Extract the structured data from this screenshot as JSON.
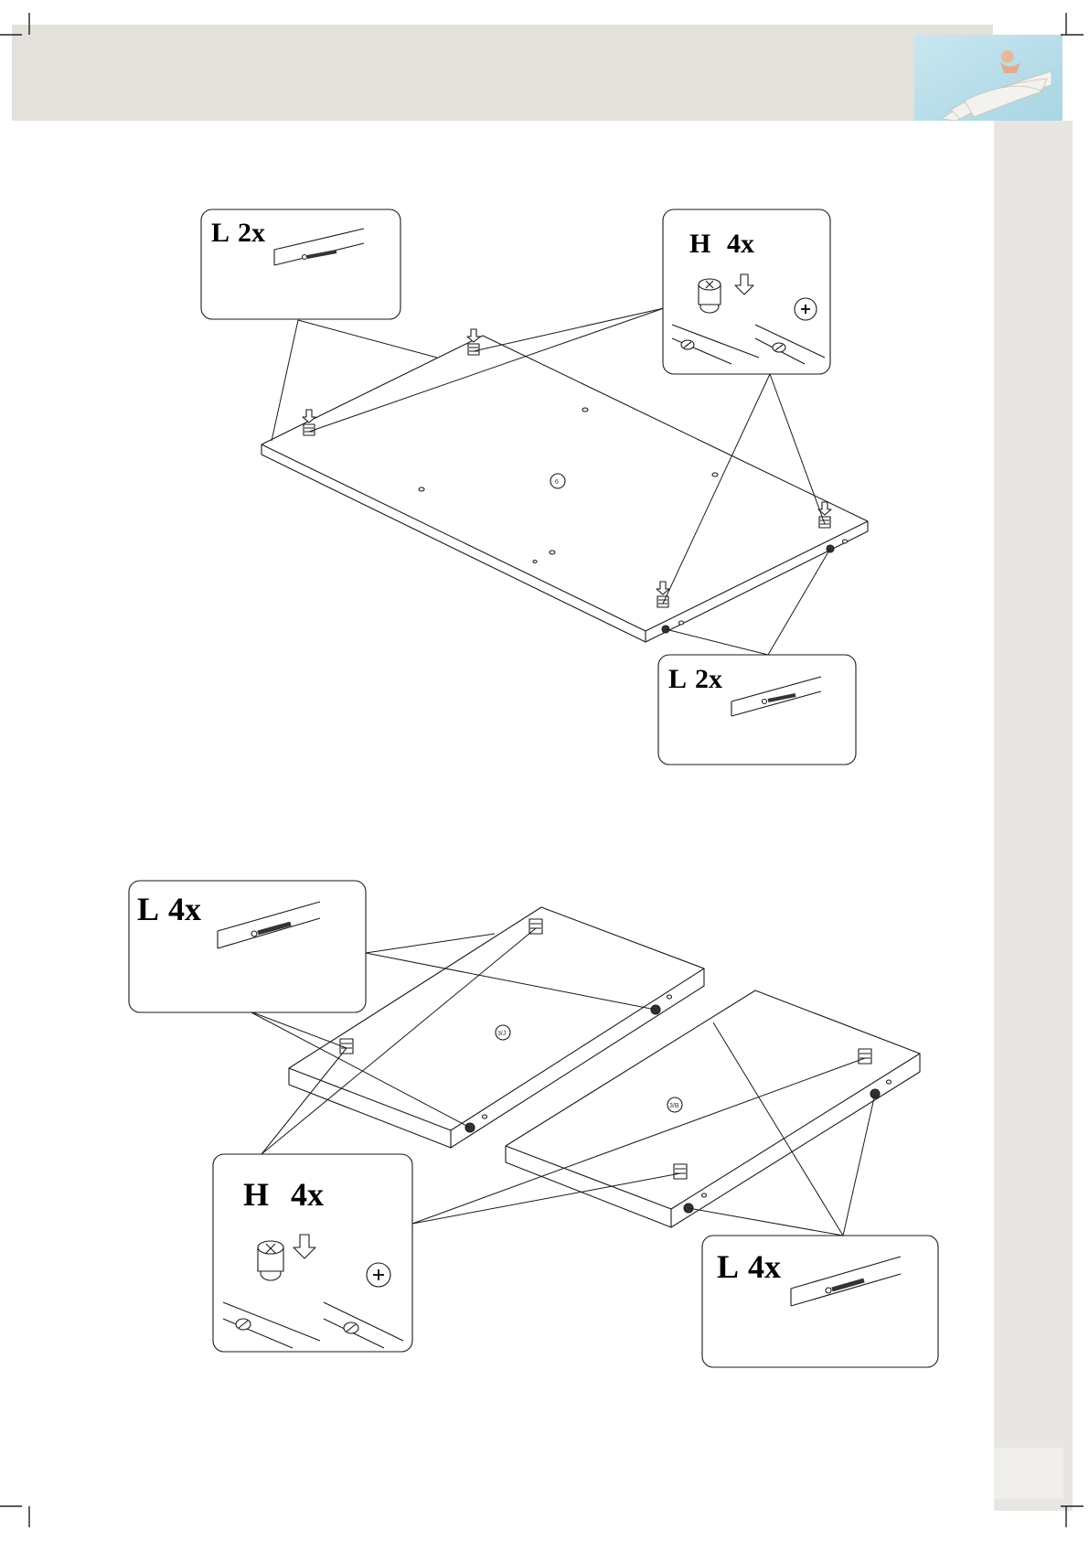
{
  "header": {
    "band_color": "#e4e0dc",
    "image": "angel-with-feather-wing-photo"
  },
  "sidebar": {
    "rail_color": "#e8e6e2",
    "tab_color": "#f1efec"
  },
  "step_top": {
    "panel_label": "6",
    "callouts": {
      "top_left": {
        "letter": "L",
        "qty": "2x"
      },
      "top_right": {
        "letter": "H",
        "qty": "4x"
      },
      "bottom_right": {
        "letter": "L",
        "qty": "2x"
      }
    }
  },
  "step_bottom": {
    "panel_left_label": "3/J",
    "panel_right_label": "3/B",
    "callouts": {
      "top_left": {
        "letter": "L",
        "qty": "4x"
      },
      "bottom_left": {
        "letter": "H",
        "qty": "4x"
      },
      "bottom_right": {
        "letter": "L",
        "qty": "4x"
      }
    }
  }
}
